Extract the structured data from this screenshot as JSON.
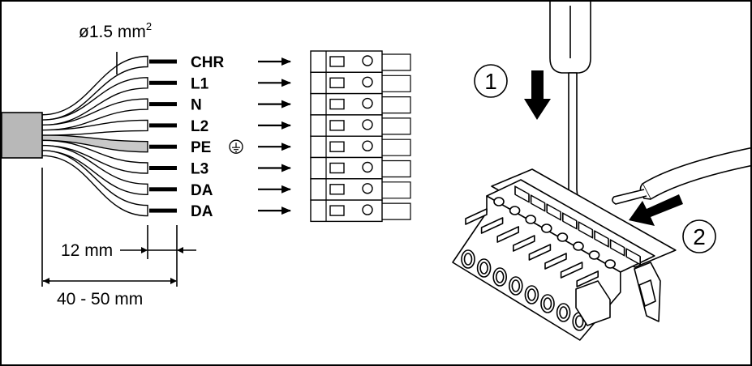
{
  "wire_diameter_label": "ø1.5 mm",
  "wire_diameter_superscript": "2",
  "terminals": [
    {
      "label": "CHR",
      "earth": false
    },
    {
      "label": "L1",
      "earth": false
    },
    {
      "label": "N",
      "earth": false
    },
    {
      "label": "L2",
      "earth": false
    },
    {
      "label": "PE",
      "earth": true
    },
    {
      "label": "L3",
      "earth": false
    },
    {
      "label": "DA",
      "earth": false
    },
    {
      "label": "DA",
      "earth": false
    }
  ],
  "strip_length_label": "12 mm",
  "sheath_strip_label": "40 - 50 mm",
  "steps": [
    {
      "number": "1"
    },
    {
      "number": "2"
    }
  ],
  "colors": {
    "sheath": "#b8b8b8",
    "pe_wire": "#c8c8c8",
    "line": "#000000"
  }
}
